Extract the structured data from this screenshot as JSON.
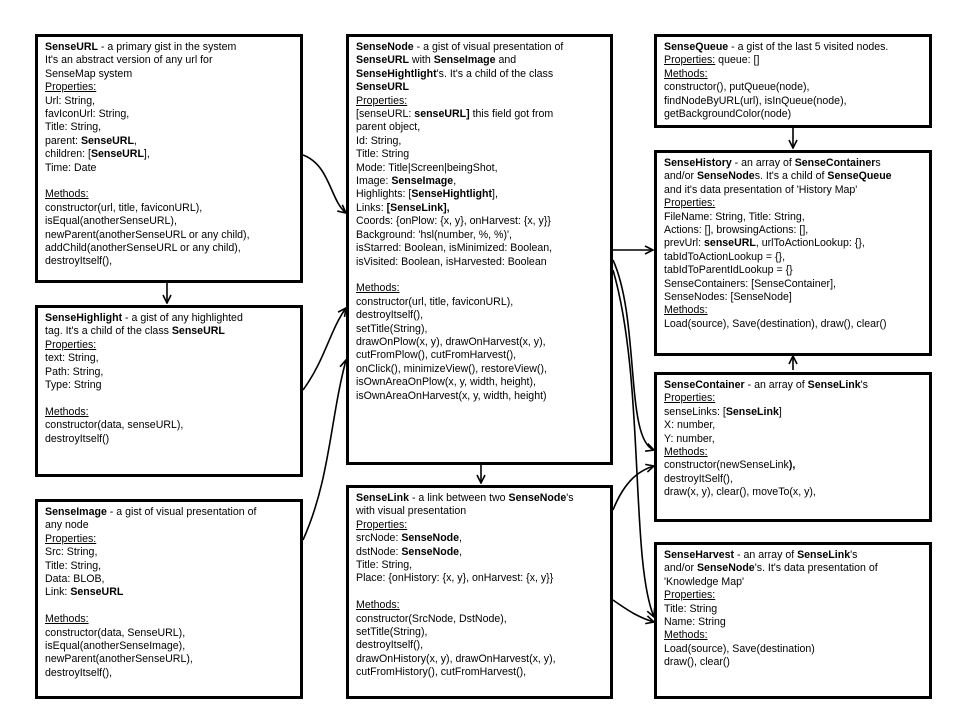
{
  "boxes": {
    "senseurl": {
      "name": "SenseURL",
      "desc": [
        [
          " - a primary gist in the system"
        ],
        [
          "It's an abstract version of any url for"
        ],
        [
          "SenseMap system"
        ]
      ],
      "properties_label": "Properties:",
      "properties": [
        [
          "Url: String,"
        ],
        [
          "favIconUrl: String,"
        ],
        [
          "Title: String,"
        ],
        [
          "parent: ",
          "**SenseURL",
          ","
        ],
        [
          "children: [",
          "**SenseURL",
          "],"
        ],
        [
          "Time: Date"
        ]
      ],
      "methods_label": "Methods:",
      "methods": [
        [
          "constructor(url, title, faviconURL),"
        ],
        [
          "isEqual(anotherSenseURL),"
        ],
        [
          "newParent(anotherSenseURL or any child),"
        ],
        [
          "addChild(anotherSenseURL or any child),"
        ],
        [
          "destroyItself(),"
        ]
      ]
    },
    "sensehighlight": {
      "name": "SenseHighlight",
      "desc": [
        [
          " - a gist of any highlighted"
        ],
        [
          "tag. It's a child of the class ",
          "**SenseURL"
        ]
      ],
      "properties_label": "Properties:",
      "properties": [
        [
          "text: String,"
        ],
        [
          "Path: String,"
        ],
        [
          "Type: String"
        ]
      ],
      "methods_label": "Methods:",
      "methods": [
        [
          "constructor(data, senseURL),"
        ],
        [
          "destroyItself()"
        ]
      ]
    },
    "senseimage": {
      "name": "SenseImage",
      "desc": [
        [
          " - a gist of visual presentation of"
        ],
        [
          "any node"
        ]
      ],
      "properties_label": "Properties:",
      "properties": [
        [
          "Src: String,"
        ],
        [
          "Title: String,"
        ],
        [
          "Data: BLOB,"
        ],
        [
          "Link: ",
          "**SenseURL"
        ]
      ],
      "methods_label": "Methods:",
      "methods": [
        [
          "constructor(data, SenseURL),"
        ],
        [
          "isEqual(anotherSenseImage),"
        ],
        [
          "newParent(anotherSenseURL),"
        ],
        [
          "destroyItself(),"
        ]
      ]
    },
    "sensenode": {
      "name": "SenseNode",
      "desc": [
        [
          " - a gist of visual presentation of"
        ],
        [
          "**SenseURL",
          " with ",
          "**SenseImage",
          " and"
        ],
        [
          "**SenseHightlight",
          "'s. It's a child of the class"
        ],
        [
          "**SenseURL"
        ]
      ],
      "properties_label": "Properties:",
      "properties": [
        [
          "[senseURL: ",
          "**senseURL]",
          " this field got from"
        ],
        [
          "parent object,"
        ],
        [
          "Id: String,"
        ],
        [
          "Title: String"
        ],
        [
          "Mode: Title|Screen|beingShot,"
        ],
        [
          "Image: ",
          "**SenseImage",
          ","
        ],
        [
          "Highlights: [",
          "**SenseHightlight",
          "],"
        ],
        [
          "Links: ",
          "**[SenseLink],"
        ],
        [
          "Coords: {onPlow: {x, y}, onHarvest: {x, y}}"
        ],
        [
          "Background: 'hsl(number, %, %)',"
        ],
        [
          "isStarred: Boolean, isMinimized: Boolean,"
        ],
        [
          "isVisited: Boolean, isHarvested: Boolean"
        ]
      ],
      "methods_label": "Methods:",
      "methods": [
        [
          "constructor(url, title, faviconURL),"
        ],
        [
          "destroyItself(),"
        ],
        [
          "setTitle(String),"
        ],
        [
          "drawOnPlow(x, y), drawOnHarvest(x, y),"
        ],
        [
          "cutFromPlow(), cutFromHarvest(),"
        ],
        [
          "onClick(), minimizeView(), restoreView(),"
        ],
        [
          "isOwnAreaOnPlow(x, y, width, height),"
        ],
        [
          "isOwnAreaOnHarvest(x, y, width, height)"
        ]
      ]
    },
    "senselink": {
      "name": "SenseLink",
      "desc": [
        [
          " - a link between two ",
          "**SenseNode",
          "'s"
        ],
        [
          "with visual presentation"
        ]
      ],
      "properties_label": "Properties:",
      "properties": [
        [
          "srcNode: ",
          "**SenseNode",
          ","
        ],
        [
          "dstNode: ",
          "**SenseNode",
          ","
        ],
        [
          "Title: String,"
        ],
        [
          "Place: {onHistory: {x, y}, onHarvest: {x, y}}"
        ]
      ],
      "methods_label": "Methods:",
      "methods": [
        [
          "constructor(SrcNode, DstNode),"
        ],
        [
          "setTitle(String),"
        ],
        [
          "destroyItself(),"
        ],
        [
          "drawOnHistory(x, y), drawOnHarvest(x, y),"
        ],
        [
          "cutFromHistory(), cutFromHarvest(),"
        ]
      ]
    },
    "sensequeue": {
      "name": "SenseQueue",
      "desc": [
        [
          " - a gist of the last 5 visited nodes."
        ]
      ],
      "properties_label": "Properties:",
      "properties_inline": " queue: []",
      "methods_label": "Methods:",
      "methods": [
        [
          "constructor(), putQueue(node),"
        ],
        [
          "findNodeByURL(url), isInQueue(node),"
        ],
        [
          "getBackgroundColor(node)"
        ]
      ]
    },
    "sensehistory": {
      "name": "SenseHistory",
      "desc": [
        [
          " - an array of ",
          "**SenseContainer",
          "s"
        ],
        [
          "and/or ",
          "**SenseNode",
          "s. It's a child of ",
          "**SenseQueue"
        ],
        [
          "and it's data presentation of 'History Map'"
        ]
      ],
      "properties_label": "Properties:",
      "properties": [
        [
          "FileName: String, Title: String,"
        ],
        [
          "Actions: [], browsingActions: [],"
        ],
        [
          "prevUrl: ",
          "**senseURL",
          ", urlToActionLookup: {},"
        ],
        [
          "tabIdToActionLookup = {},"
        ],
        [
          "tabIdToParentIdLookup = {}"
        ],
        [
          "SenseContainers: [SenseContainer],"
        ],
        [
          "SenseNodes: [SenseNode]"
        ]
      ],
      "methods_label": "Methods:",
      "methods": [
        [
          "Load(source), Save(destination), draw(), clear()"
        ]
      ]
    },
    "sensecontainer": {
      "name": "SenseContainer",
      "desc": [
        [
          " - an array of ",
          "**SenseLink",
          "'s"
        ]
      ],
      "properties_label": "Properties:",
      "properties": [
        [
          "senseLinks: [",
          "**SenseLink",
          "]"
        ],
        [
          "X: number,"
        ],
        [
          "Y: number,"
        ]
      ],
      "methods_label": "Methods:",
      "methods": [
        [
          "constructor(newSenseLink",
          "**),"
        ],
        [
          "destroyItSelf(),"
        ],
        [
          "draw(x, y), clear(), moveTo(x, y),"
        ]
      ]
    },
    "senseharvest": {
      "name": "SenseHarvest",
      "desc": [
        [
          " - an array of ",
          "**SenseLink",
          "'s"
        ],
        [
          "and/or ",
          "**SenseNode",
          "'s. It's data presentation of"
        ],
        [
          "'Knowledge Map'"
        ]
      ],
      "properties_label": "Properties:",
      "properties": [
        [
          "Title: String"
        ],
        [
          "Name: String"
        ]
      ],
      "methods_label": "Methods:",
      "methods": [
        [
          "Load(source), Save(destination)"
        ],
        [
          "draw(), clear()"
        ]
      ]
    }
  }
}
